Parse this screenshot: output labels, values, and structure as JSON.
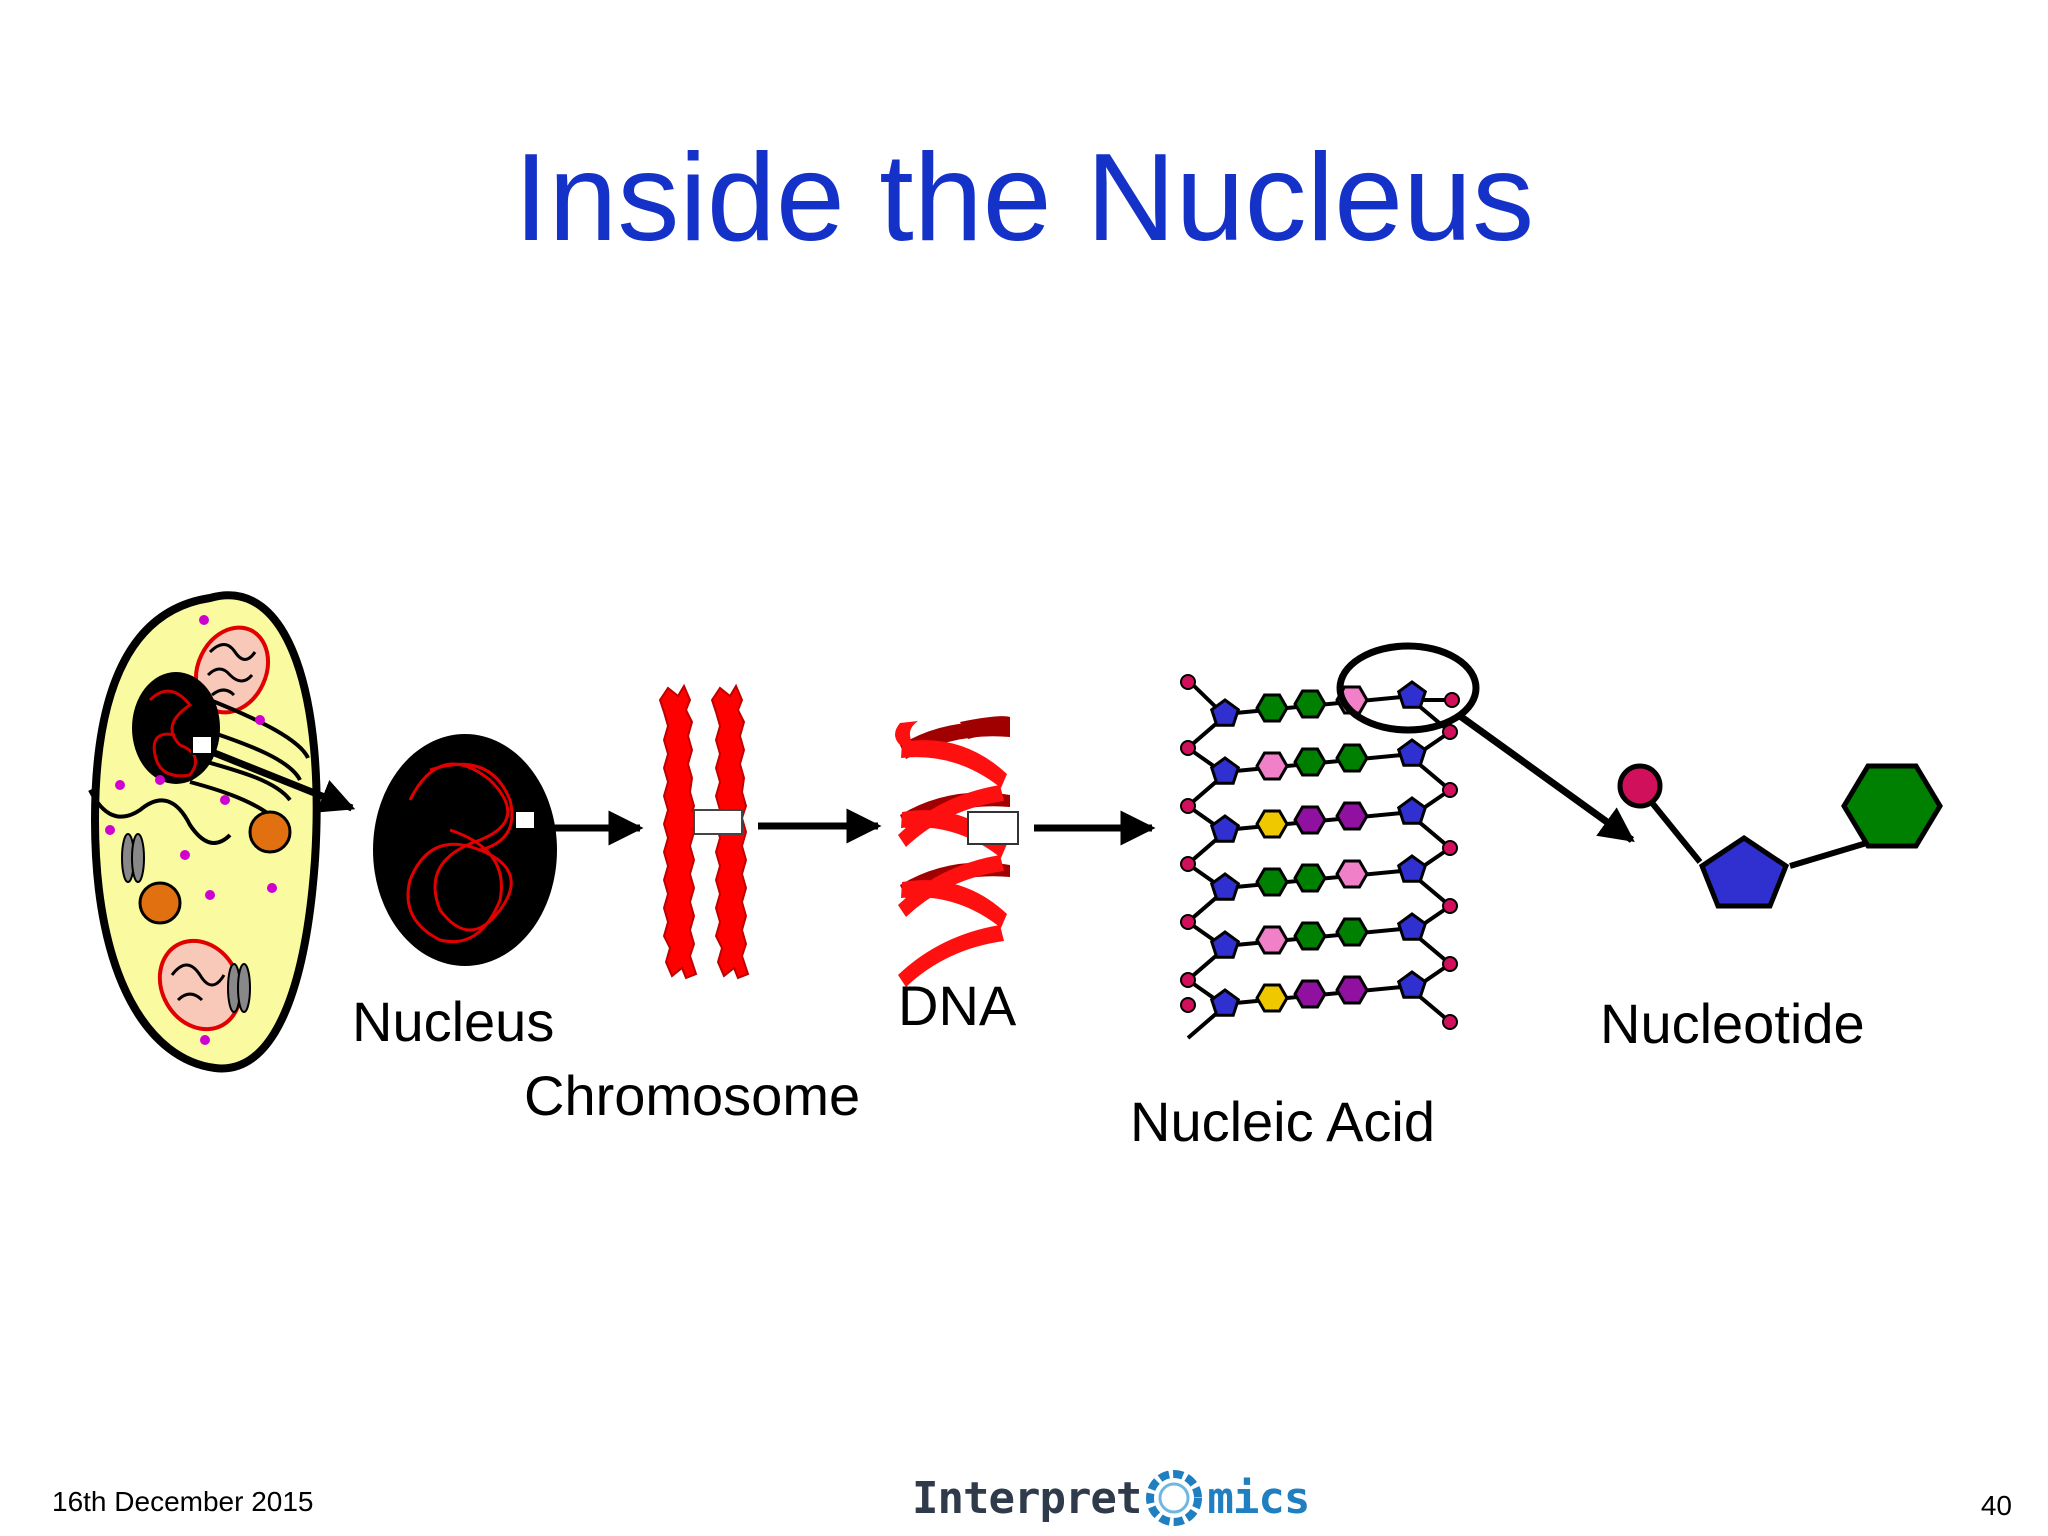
{
  "slide": {
    "title": "Inside the Nucleus",
    "footer_date": "16th December 2015",
    "page_number": "40"
  },
  "logo": {
    "part1": "Interpret",
    "part2": "mics"
  },
  "labels": {
    "nucleus": "Nucleus",
    "chromosome": "Chromosome",
    "dna": "DNA",
    "nucleic_acid": "Nucleic Acid",
    "nucleotide": "Nucleotide"
  },
  "colors": {
    "title": "#1432c8",
    "cell_fill": "#fafaa0",
    "chromosome_red": "#ff0000",
    "dna_dark_red": "#a00000",
    "phosphate": "#d0105a",
    "sugar": "#3030d0",
    "base_green": "#008000",
    "base_pink": "#f080c8",
    "base_purple": "#9010a0",
    "base_yellow": "#f0c800"
  }
}
